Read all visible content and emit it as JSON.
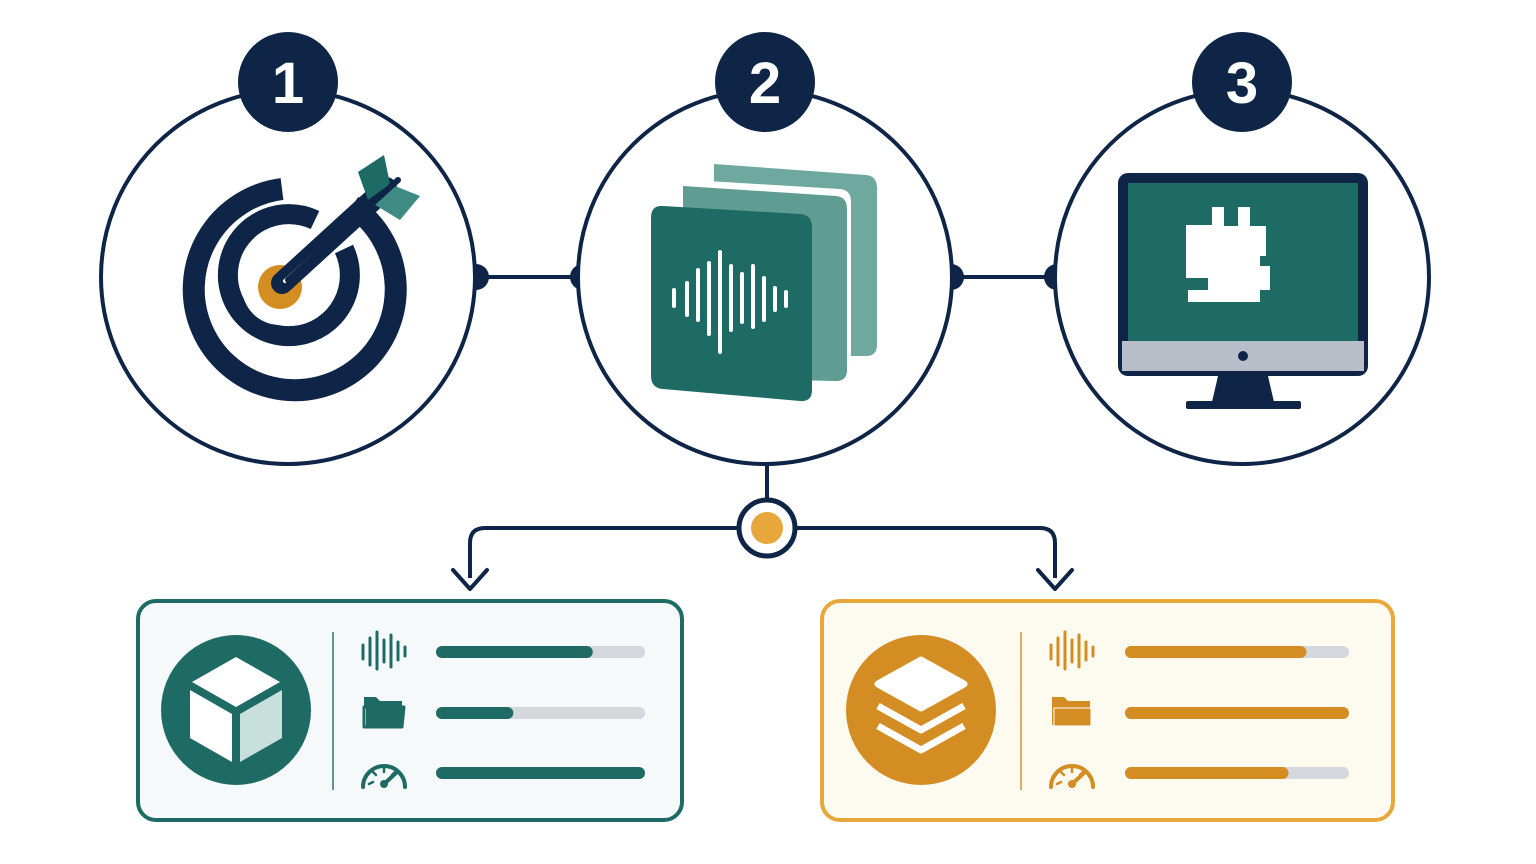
{
  "colors": {
    "navy": "#0f2547",
    "teal": "#1e6b66",
    "teal_light": "#6fa89e",
    "teal_mid": "#3f8a82",
    "gold": "#d38d22",
    "gold_light": "#e8a73a",
    "track_gray": "#d4d7dc",
    "monitor_base": "#b9bfc9",
    "panel_left_bg": "#f5f9f9",
    "panel_right_bg": "#fdfaf0"
  },
  "steps": [
    {
      "number": "1",
      "icon": "target-arrow-icon"
    },
    {
      "number": "2",
      "icon": "audio-files-icon"
    },
    {
      "number": "3",
      "icon": "monitor-plugin-icon"
    }
  ],
  "panels": [
    {
      "icon": "cube-icon",
      "rows": [
        {
          "icon": "waveform-icon",
          "fill": 0.75
        },
        {
          "icon": "folder-icon",
          "fill": 0.37
        },
        {
          "icon": "speedometer-icon",
          "fill": 1.0
        }
      ]
    },
    {
      "icon": "layers-icon",
      "rows": [
        {
          "icon": "waveform-icon",
          "fill": 0.81
        },
        {
          "icon": "folder-icon",
          "fill": 1.0
        },
        {
          "icon": "speedometer-icon",
          "fill": 0.73
        }
      ]
    }
  ]
}
